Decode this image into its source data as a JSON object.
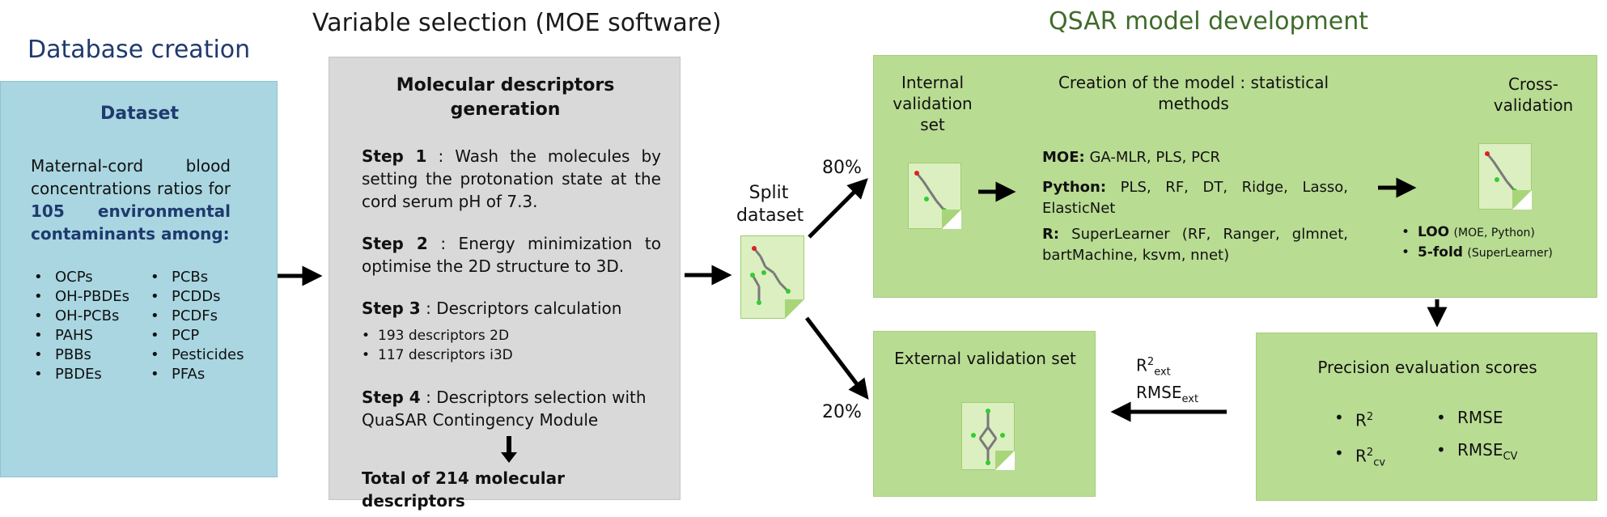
{
  "headers": {
    "database": "Database creation",
    "variable": "Variable selection (MOE software)",
    "qsar": "QSAR model development"
  },
  "dataset": {
    "title": "Dataset",
    "text_plain": "Maternal-cord blood concentrations ratios for",
    "text_bold": "105 environmental contaminants among:",
    "col1": [
      "OCPs",
      "OH-PBDEs",
      "OH-PCBs",
      "PAHS",
      "PBBs",
      "PBDEs"
    ],
    "col2": [
      "PCBs",
      "PCDDs",
      "PCDFs",
      "PCP",
      "Pesticides",
      "PFAs"
    ]
  },
  "descriptors": {
    "title": "Molecular descriptors generation",
    "step1_label": "Step 1",
    "step1_text": ": Wash the molecules by setting the protonation state at the cord serum pH of 7.3.",
    "step2_label": "Step 2",
    "step2_text": ": Energy minimization to optimise the 2D structure to 3D.",
    "step3_label": "Step 3",
    "step3_text": ": Descriptors calculation",
    "step3_items": [
      "193 descriptors 2D",
      "117 descriptors i3D"
    ],
    "step4_label": "Step 4",
    "step4_text": ": Descriptors selection with QuaSAR Contingency Module",
    "total": "Total of 214 molecular descriptors"
  },
  "split": {
    "label": "Split dataset",
    "pct_internal": "80%",
    "pct_external": "20%"
  },
  "qsar": {
    "internal_title": "Internal validation set",
    "creation_title": "Creation of the model : statistical methods",
    "moe_label": "MOE:",
    "moe_text": "GA-MLR, PLS, PCR",
    "python_label": "Python:",
    "python_text": "PLS, RF, DT, Ridge, Lasso, ElasticNet",
    "r_label": "R:",
    "r_text": "SuperLearner (RF, Ranger, glmnet, bartMachine, ksvm, nnet)",
    "cv_title": "Cross-validation",
    "cv1_bold": "LOO",
    "cv1_small": "(MOE, Python)",
    "cv2_bold": "5-fold",
    "cv2_small": "(SuperLearner)"
  },
  "external": {
    "title": "External validation set",
    "r2_base": "R",
    "r2_sup": "2",
    "r2_sub": "ext",
    "rmse_base": "RMSE",
    "rmse_sub": "ext"
  },
  "precision": {
    "title": "Precision evaluation scores",
    "r2_base": "R",
    "r2_sup": "2",
    "rmse": "RMSE",
    "r2cv_base": "R",
    "r2cv_sup": "2",
    "r2cv_sub": "cv",
    "rmsecv_base": "RMSE",
    "rmsecv_sub": "CV"
  },
  "colors": {
    "db_fill": "#a9d6e1",
    "var_fill": "#d9d9d9",
    "qsar_fill": "#b9dc93",
    "db_header": "#1f3a6e",
    "qsar_header": "#3f6b2a"
  }
}
